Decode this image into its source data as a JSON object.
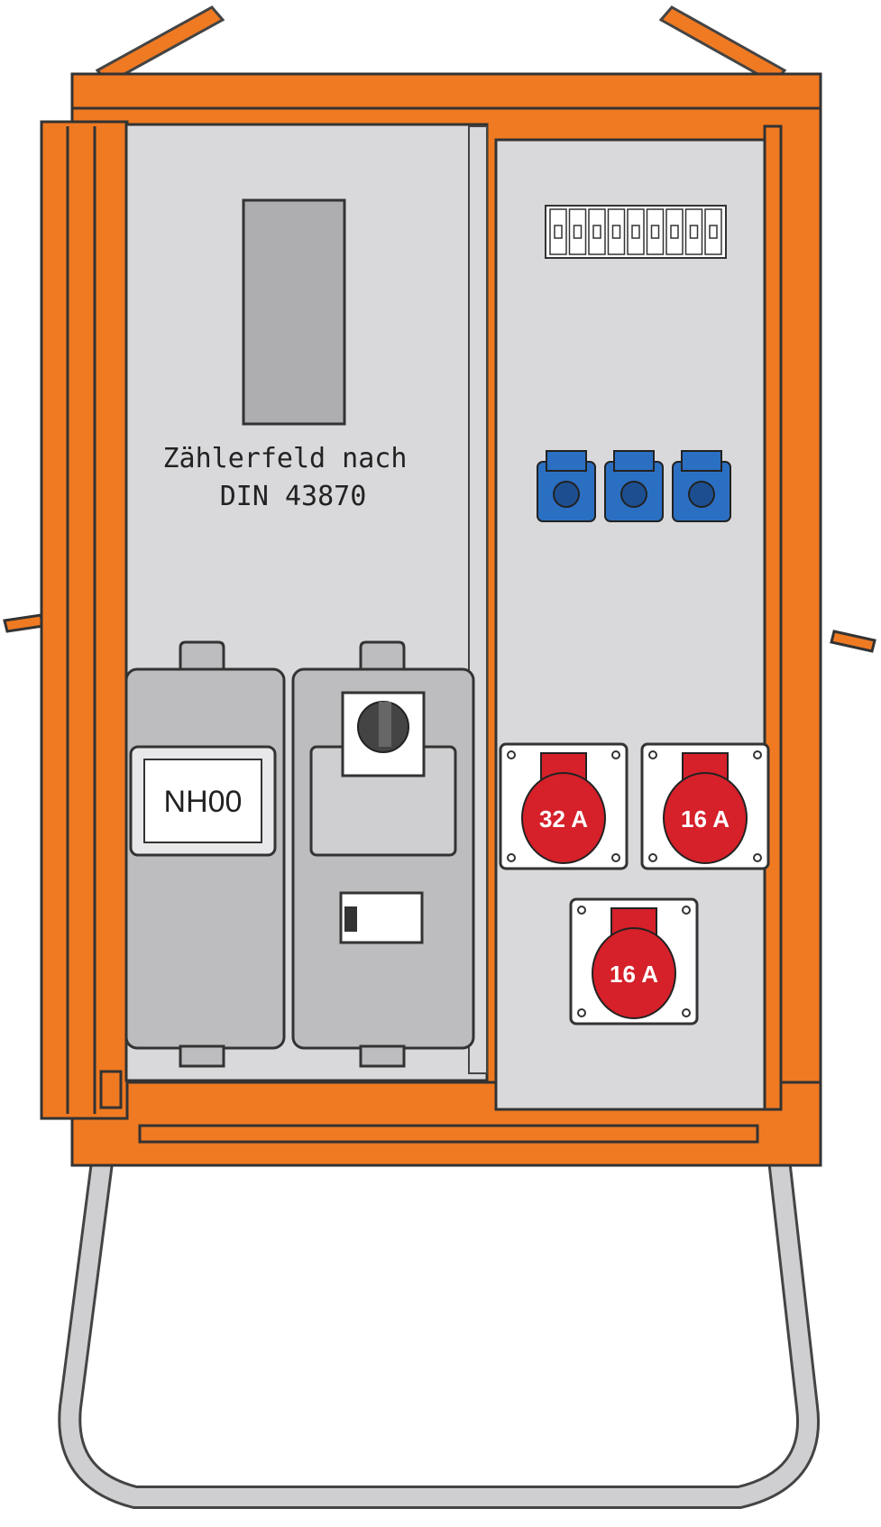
{
  "meter_field": {
    "line1": "Zählerfeld nach",
    "line2": "DIN 43870"
  },
  "fuse_label": "NH00",
  "cee_sockets": [
    {
      "rating": "32 A"
    },
    {
      "rating": "16 A"
    },
    {
      "rating": "16 A"
    }
  ],
  "schuko_count": 3,
  "colors": {
    "housing": "#f07a22",
    "panel": "#d9d9db",
    "cover": "#bdbdbf",
    "cee": "#d6202a",
    "schuko": "#2b6fc2",
    "frame_tube": "#cfcfd1"
  }
}
